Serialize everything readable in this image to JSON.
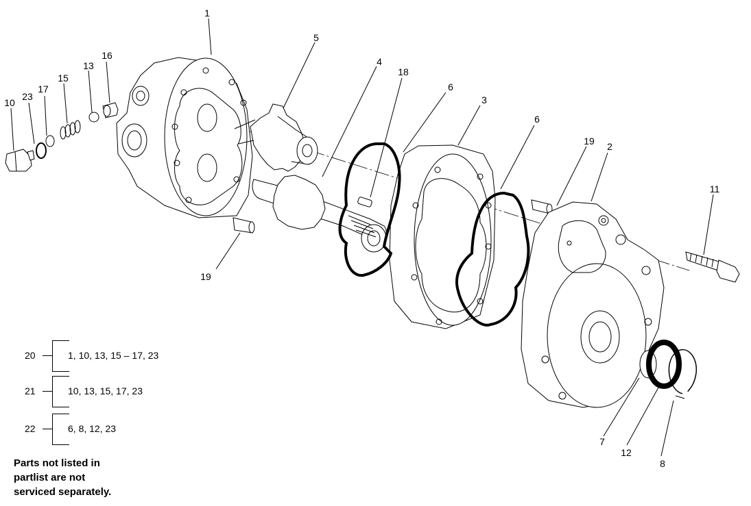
{
  "callouts": [
    "1",
    "2",
    "3",
    "4",
    "5",
    "6",
    "6",
    "7",
    "8",
    "10",
    "11",
    "12",
    "13",
    "15",
    "16",
    "17",
    "18",
    "19",
    "19",
    "23"
  ],
  "groups": [
    {
      "id": "20",
      "parts": "1, 10, 13, 15 – 17, 23"
    },
    {
      "id": "21",
      "parts": "10, 13, 15, 17, 23"
    },
    {
      "id": "22",
      "parts": "6, 8, 12, 23"
    }
  ],
  "note": [
    "Parts not listed in",
    "partlist are not",
    "serviced  separately."
  ],
  "colors": {
    "line": "#000000",
    "fill": "#ffffff"
  }
}
